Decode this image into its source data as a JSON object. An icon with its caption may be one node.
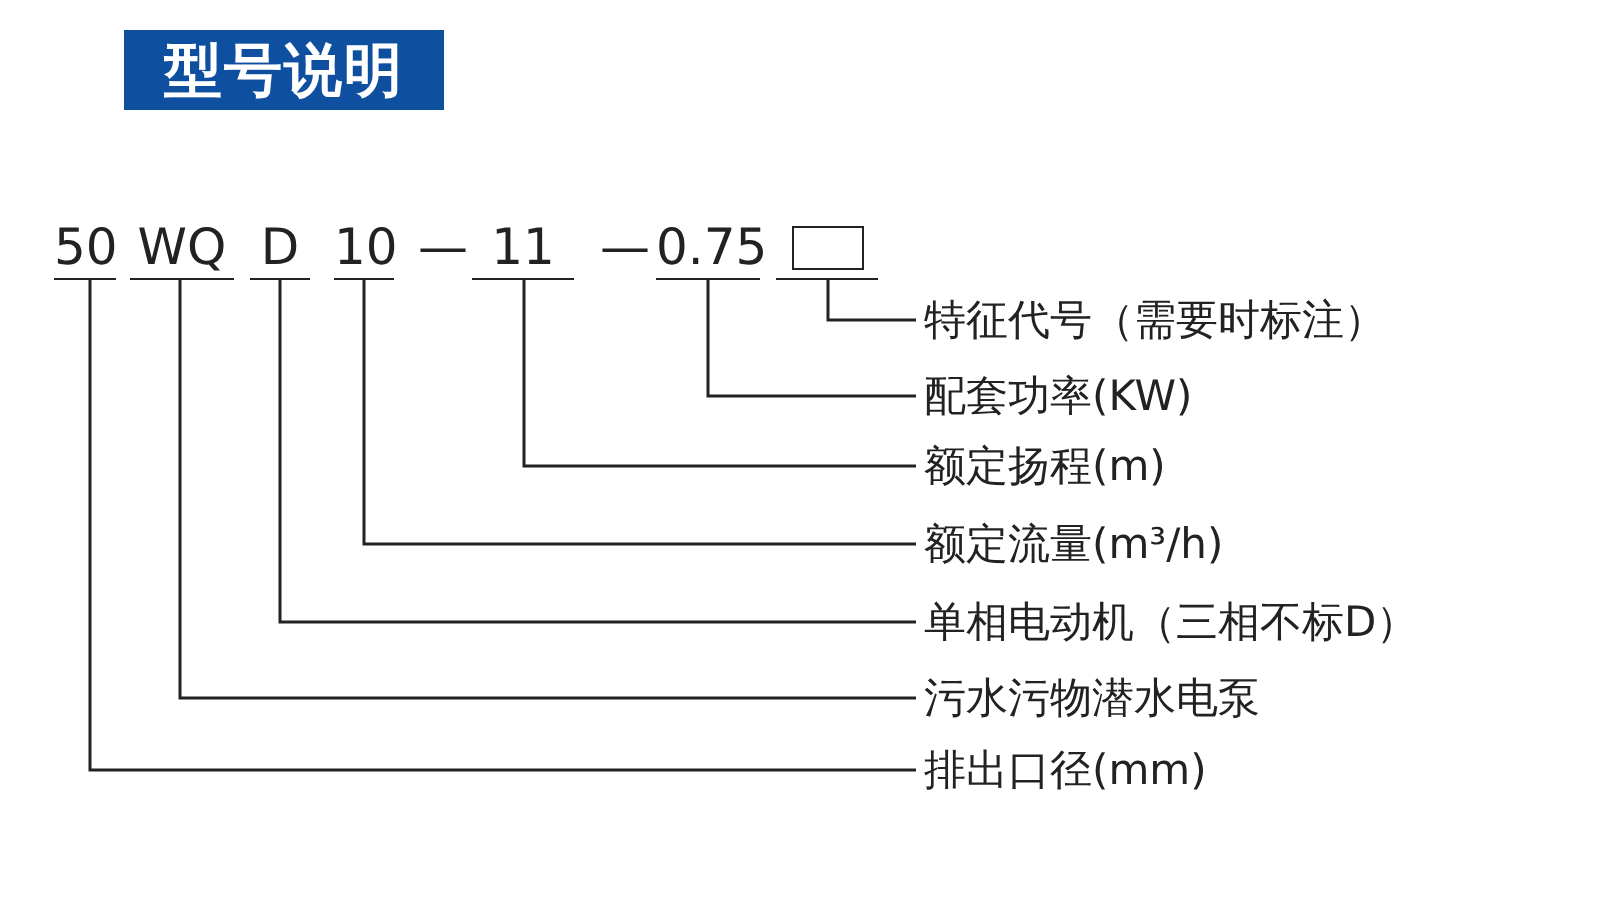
{
  "diagram": {
    "title": "型号说明",
    "nodes": [
      {
        "text": [
          "50"
        ]
      },
      {
        "text": [
          "WQ"
        ]
      },
      {
        "text": [
          "D"
        ]
      },
      {
        "text": [
          "10"
        ]
      },
      {
        "text": [
          "11"
        ]
      },
      {
        "text": [
          "0.75"
        ]
      },
      {
        "text": [],
        "shape": "box"
      },
      {
        "text": [
          "特征代号（需要时标注）"
        ]
      },
      {
        "text": [
          "配套功率(KW)"
        ]
      },
      {
        "text": [
          "额定扬程(m)"
        ]
      },
      {
        "text": [
          "额定流量(m³/h)"
        ]
      },
      {
        "text": [
          "单相电动机（三相不标D）"
        ]
      },
      {
        "text": [
          "污水污物潜水电泵"
        ]
      },
      {
        "text": [
          "排出口径(mm)"
        ]
      }
    ],
    "edges": [
      {
        "from": 6,
        "to": 7,
        "arrow": "none"
      },
      {
        "from": 5,
        "to": 8,
        "arrow": "none"
      },
      {
        "from": 4,
        "to": 9,
        "arrow": "none"
      },
      {
        "from": 3,
        "to": 10,
        "arrow": "none"
      },
      {
        "from": 2,
        "to": 11,
        "arrow": "none"
      },
      {
        "from": 1,
        "to": 12,
        "arrow": "none"
      },
      {
        "from": 0,
        "to": 13,
        "arrow": "none"
      }
    ],
    "labels": [
      "—",
      "—"
    ]
  }
}
